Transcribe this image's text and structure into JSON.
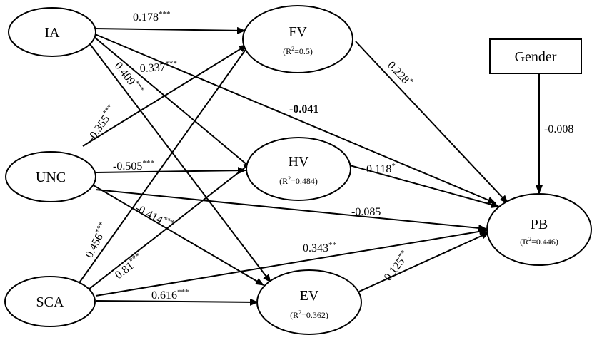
{
  "nodes": {
    "ia": {
      "label": "IA"
    },
    "unc": {
      "label": "UNC"
    },
    "sca": {
      "label": "SCA"
    },
    "fv": {
      "label": "FV",
      "r2_prefix": "(R",
      "r2_sup": "2",
      "r2_suffix": "=0.5)"
    },
    "hv": {
      "label": "HV",
      "r2_prefix": "(R",
      "r2_sup": "2",
      "r2_suffix": "=0.484)"
    },
    "ev": {
      "label": "EV",
      "r2_prefix": "(R",
      "r2_sup": "2",
      "r2_suffix": "=0.362)"
    },
    "pb": {
      "label": "PB",
      "r2_prefix": "(R",
      "r2_sup": "2",
      "r2_suffix": "=0.446)"
    },
    "gender": {
      "label": "Gender"
    }
  },
  "paths": {
    "ia_fv": {
      "value": "0.178",
      "sig": "***"
    },
    "ia_hv": {
      "value": "0.337",
      "sig": "***"
    },
    "ia_ev": {
      "value": "0.409",
      "sig": "***"
    },
    "ia_pb": {
      "value": "-0.041",
      "sig": ""
    },
    "unc_fv": {
      "value": "-0.355",
      "sig": "***"
    },
    "unc_hv": {
      "value": "-0.505",
      "sig": "***"
    },
    "unc_ev": {
      "value": "-0.414",
      "sig": "***"
    },
    "unc_pb": {
      "value": "-0.085",
      "sig": ""
    },
    "sca_fv": {
      "value": "0.456",
      "sig": "***"
    },
    "sca_hv": {
      "value": "0.81",
      "sig": "***"
    },
    "sca_ev": {
      "value": "0.616",
      "sig": "***"
    },
    "sca_pb": {
      "value": "0.343",
      "sig": "**"
    },
    "fv_pb": {
      "value": "0.228",
      "sig": "*"
    },
    "hv_pb": {
      "value": "0.118",
      "sig": "*"
    },
    "ev_pb": {
      "value": "0.125",
      "sig": "**"
    },
    "gender_pb": {
      "value": "-0.008",
      "sig": ""
    }
  }
}
